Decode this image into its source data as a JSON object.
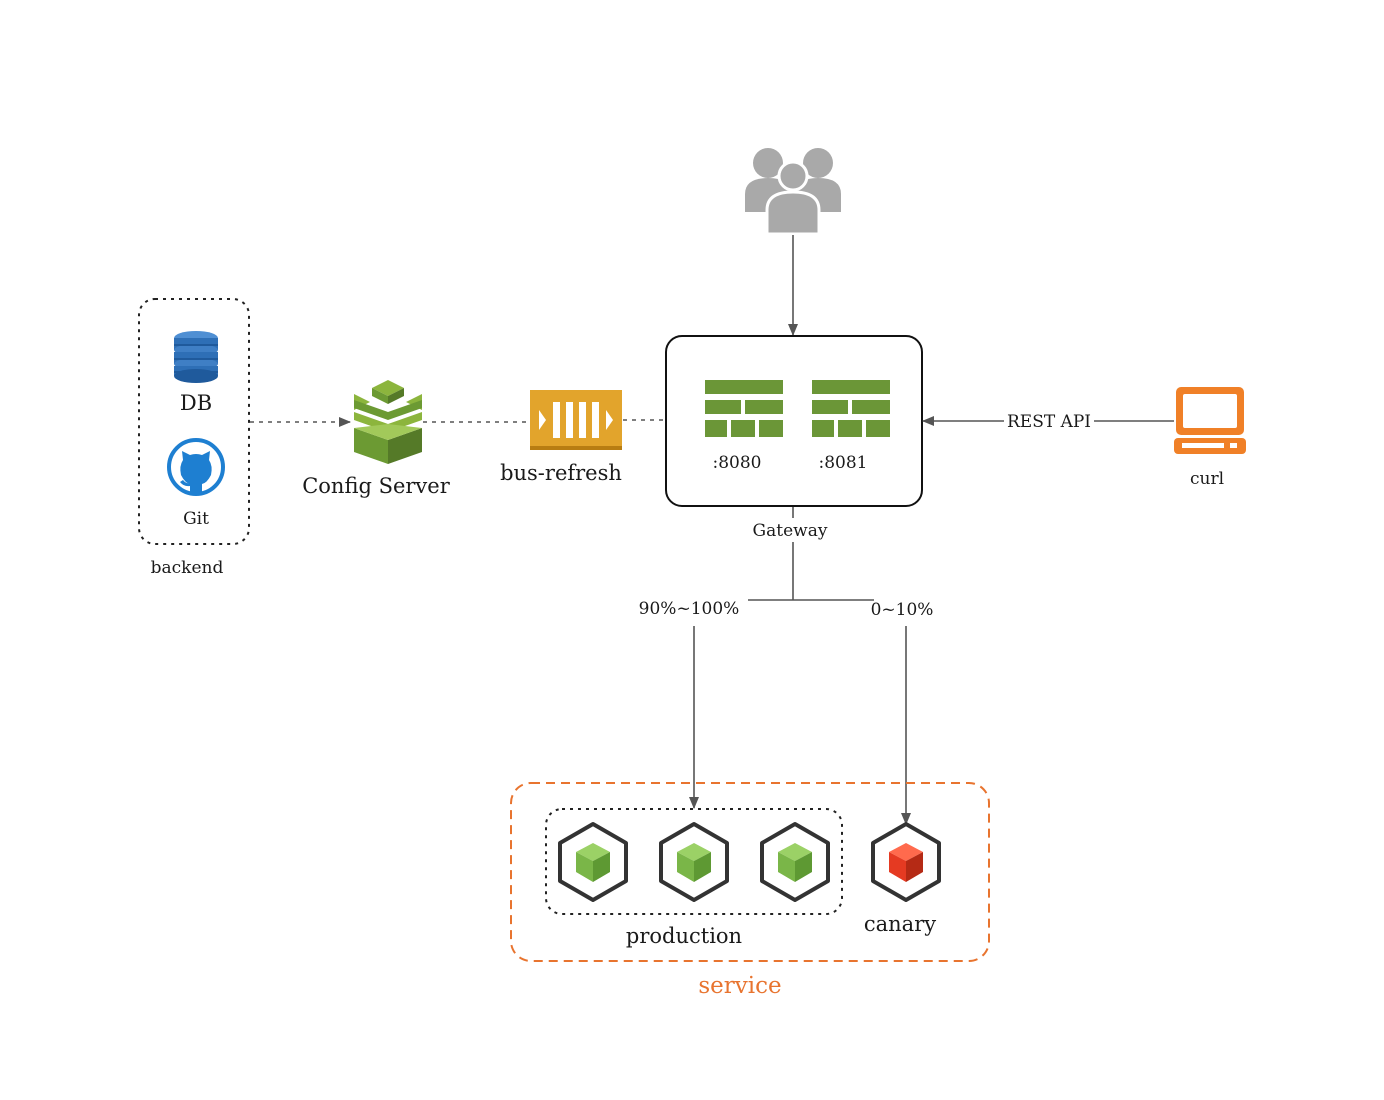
{
  "backend": {
    "title": "backend",
    "db_label": "DB",
    "git_label": "Git"
  },
  "config_server": {
    "label": "Config Server"
  },
  "bus": {
    "label": "bus-refresh"
  },
  "gateway": {
    "title": "Gateway",
    "instances": [
      {
        "port": ":8080"
      },
      {
        "port": ":8081"
      }
    ]
  },
  "client": {
    "label": "curl",
    "connection_label": "REST API"
  },
  "routing": {
    "production_share": "90%~100%",
    "canary_share": "0~10%"
  },
  "service": {
    "title": "service",
    "production_label": "production",
    "canary_label": "canary"
  },
  "colors": {
    "users": "#a9a9a9",
    "db": "#2e6fb6",
    "git": "#1e7fd1",
    "config_green": "#6c9a33",
    "bus_orange": "#e2a42c",
    "firewall_green": "#6b9637",
    "terminal_orange": "#f08027",
    "node_green": "#7ab648",
    "node_red": "#e53a22",
    "service_orange": "#e8742f"
  }
}
